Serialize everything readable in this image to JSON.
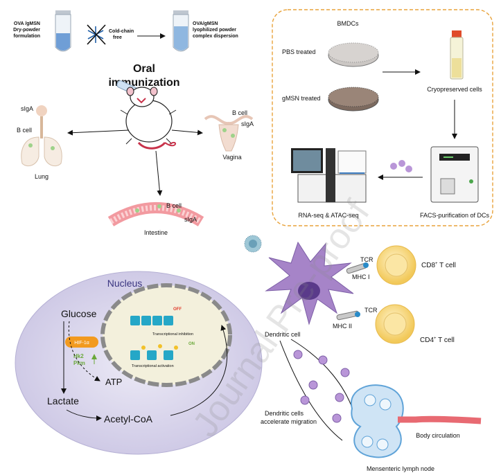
{
  "top": {
    "tube1_label": [
      "OVA /gMSN",
      "Dry-powder",
      "formulation"
    ],
    "cold_chain_label": [
      "Cold-chain",
      "free"
    ],
    "tube2_label": [
      "OVA/gMSN",
      "lyophilized powder",
      "complex dispersion"
    ],
    "oral_title": [
      "Oral",
      "immunization"
    ],
    "lung": {
      "siga": "sIgA",
      "bcell": "B cell",
      "name": "Lung"
    },
    "vagina": {
      "bcell": "B cell",
      "siga": "sIgA",
      "name": "Vagina"
    },
    "intestine": {
      "bcell": "B cell",
      "siga": "sIgA",
      "name": "Intestine"
    }
  },
  "panel": {
    "title": "BMDCs",
    "pbs": "PBS treated",
    "gmsn": "gMSN treated",
    "cryo": "Cryopreserved cells",
    "facs": "FACS-purification of DCs",
    "rnaseq": "RNA-seq & ATAC-seq"
  },
  "nucleus": {
    "title": "Nucleus",
    "glucose": "Glucose",
    "hif": "HIF-1α",
    "hk2": "Hk2",
    "pkm": "Pkm",
    "atp": "ATP",
    "lactate": "Lactate",
    "acetyl": "Acetyl-CoA",
    "off": "OFF",
    "on": "ON",
    "inhibition": "Transcriptional inhibition",
    "activation": "Transcriptional activation"
  },
  "dc": {
    "tcr1": "TCR",
    "mhc1": "MHC I",
    "cd8": "CD8",
    "cd8_sup": "+",
    "cd8_suffix": " T cell",
    "tcr2": "TCR",
    "mhc2": "MHC II",
    "cd4": "CD4",
    "cd4_sup": "+",
    "cd4_suffix": " T cell",
    "dendritic": "Dendritic cell",
    "migration": [
      "Dendritic cells",
      "accelerate migration"
    ],
    "body_circ": "Body circulation",
    "lymph": "Mensenteric lymph node"
  },
  "watermark": "Journal Pre-proof",
  "colors": {
    "panel_border": "#e8a23a",
    "nucleus_fill": "#dcd8ec",
    "nucleus_text": "#3a3580",
    "dc_purple": "#a684c8",
    "tcell_yellow": "#f7d877",
    "hif_orange": "#f29a1f",
    "off_red": "#e03a2a",
    "on_green": "#6aa83a",
    "lymph_blue": "#5fa3d8",
    "intestine_pink": "#f29aa0"
  }
}
